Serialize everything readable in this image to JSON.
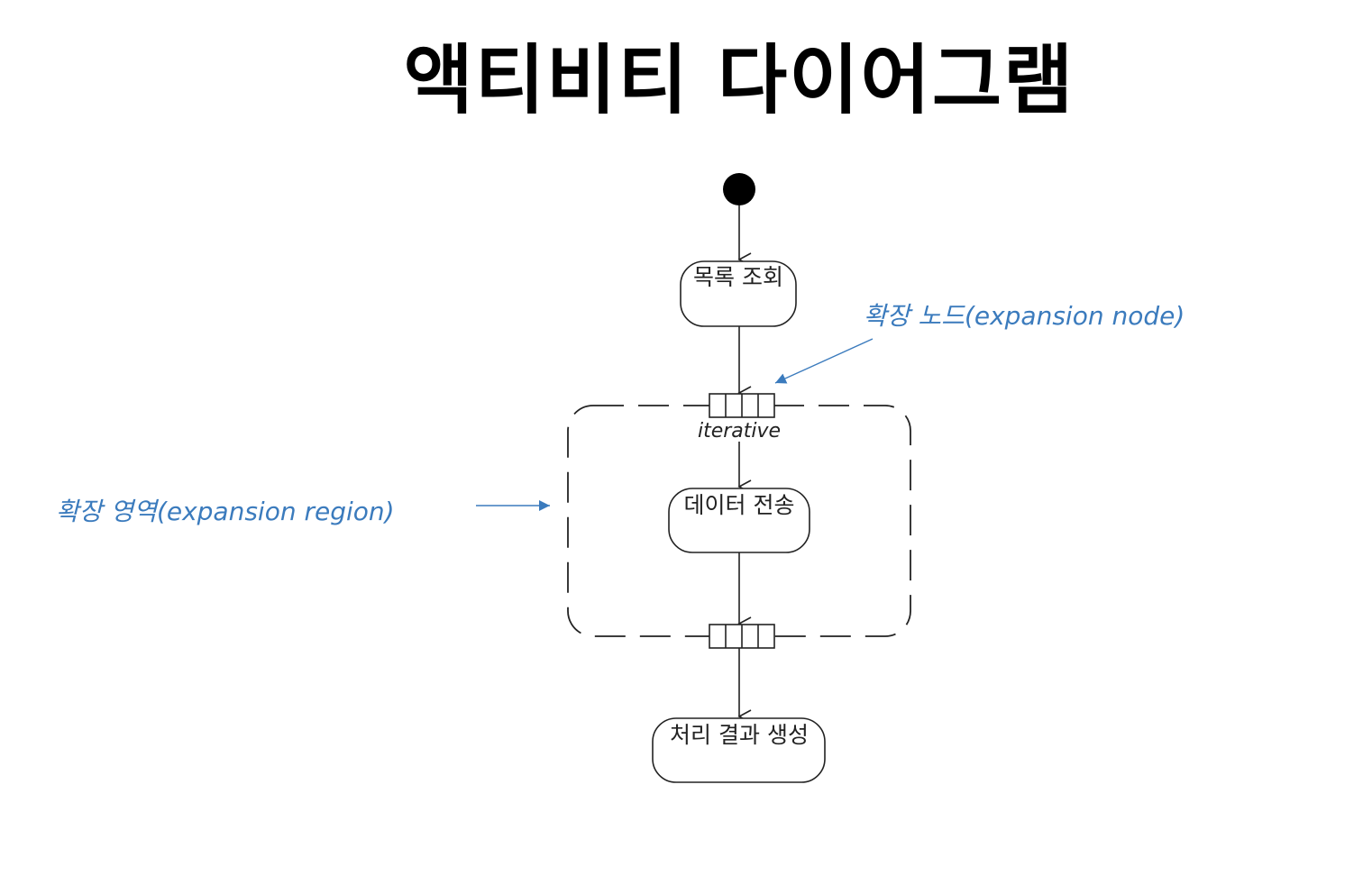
{
  "title": "액티비티 다이어그램",
  "actions": {
    "list_lookup": "목록 조회",
    "data_transfer": "데이터 전송",
    "result_creation": "처리 결과 생성"
  },
  "region": {
    "mode": "iterative"
  },
  "annotations": {
    "expansion_node": "확장 노드(expansion node)",
    "expansion_region": "확장 영역(expansion region)"
  },
  "colors": {
    "annotation": "#3b7bbd",
    "line": "#222222",
    "title": "#000000"
  }
}
